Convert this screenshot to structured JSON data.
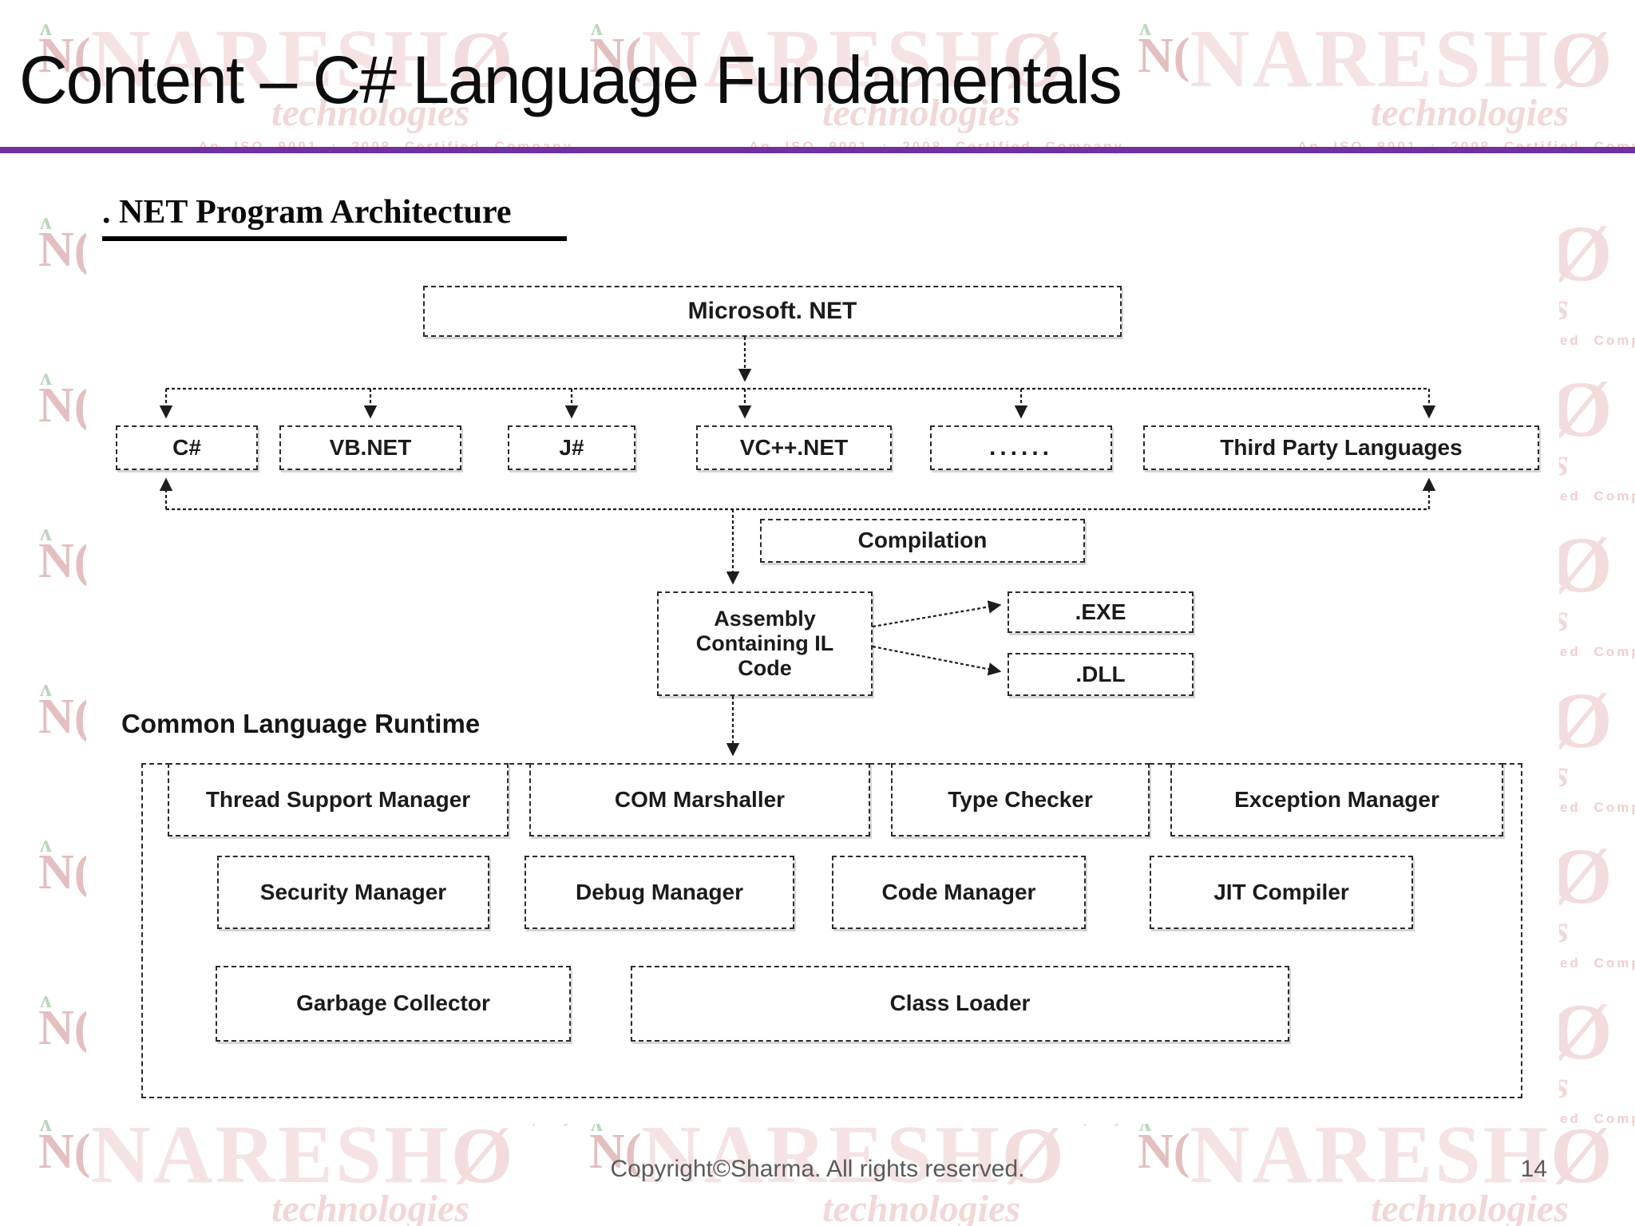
{
  "slide": {
    "title": "Content – C# Language Fundamentals",
    "heading": ". NET Program Architecture",
    "footer": {
      "copyright": "Copyright©Sharma. All rights reserved.",
      "page": "14"
    },
    "colors": {
      "accent_rule": "#7030A0",
      "footer_text": "#5a5a5a",
      "watermark_base": "#c23b3b"
    }
  },
  "watermark": {
    "logo": "N(",
    "name": "NARESH",
    "suffix": "Ø",
    "subtitle": "technologies",
    "caption": "An ISO 9001 : 2008 Certified Company"
  },
  "diagram": {
    "microsoft": "Microsoft. NET",
    "languages": [
      "C#",
      "VB.NET",
      "J#",
      "VC++.NET",
      "......",
      "Third Party Languages"
    ],
    "compilation": "Compilation",
    "assembly": "Assembly Containing IL Code",
    "outputs": {
      "exe": ".EXE",
      "dll": ".DLL"
    },
    "clr_label": "Common Language Runtime",
    "clr_row1": [
      "Thread Support Manager",
      "COM Marshaller",
      "Type Checker",
      "Exception Manager"
    ],
    "clr_row2": [
      "Security Manager",
      "Debug Manager",
      "Code Manager",
      "JIT Compiler"
    ],
    "clr_row3": [
      "Garbage Collector",
      "Class Loader"
    ]
  }
}
